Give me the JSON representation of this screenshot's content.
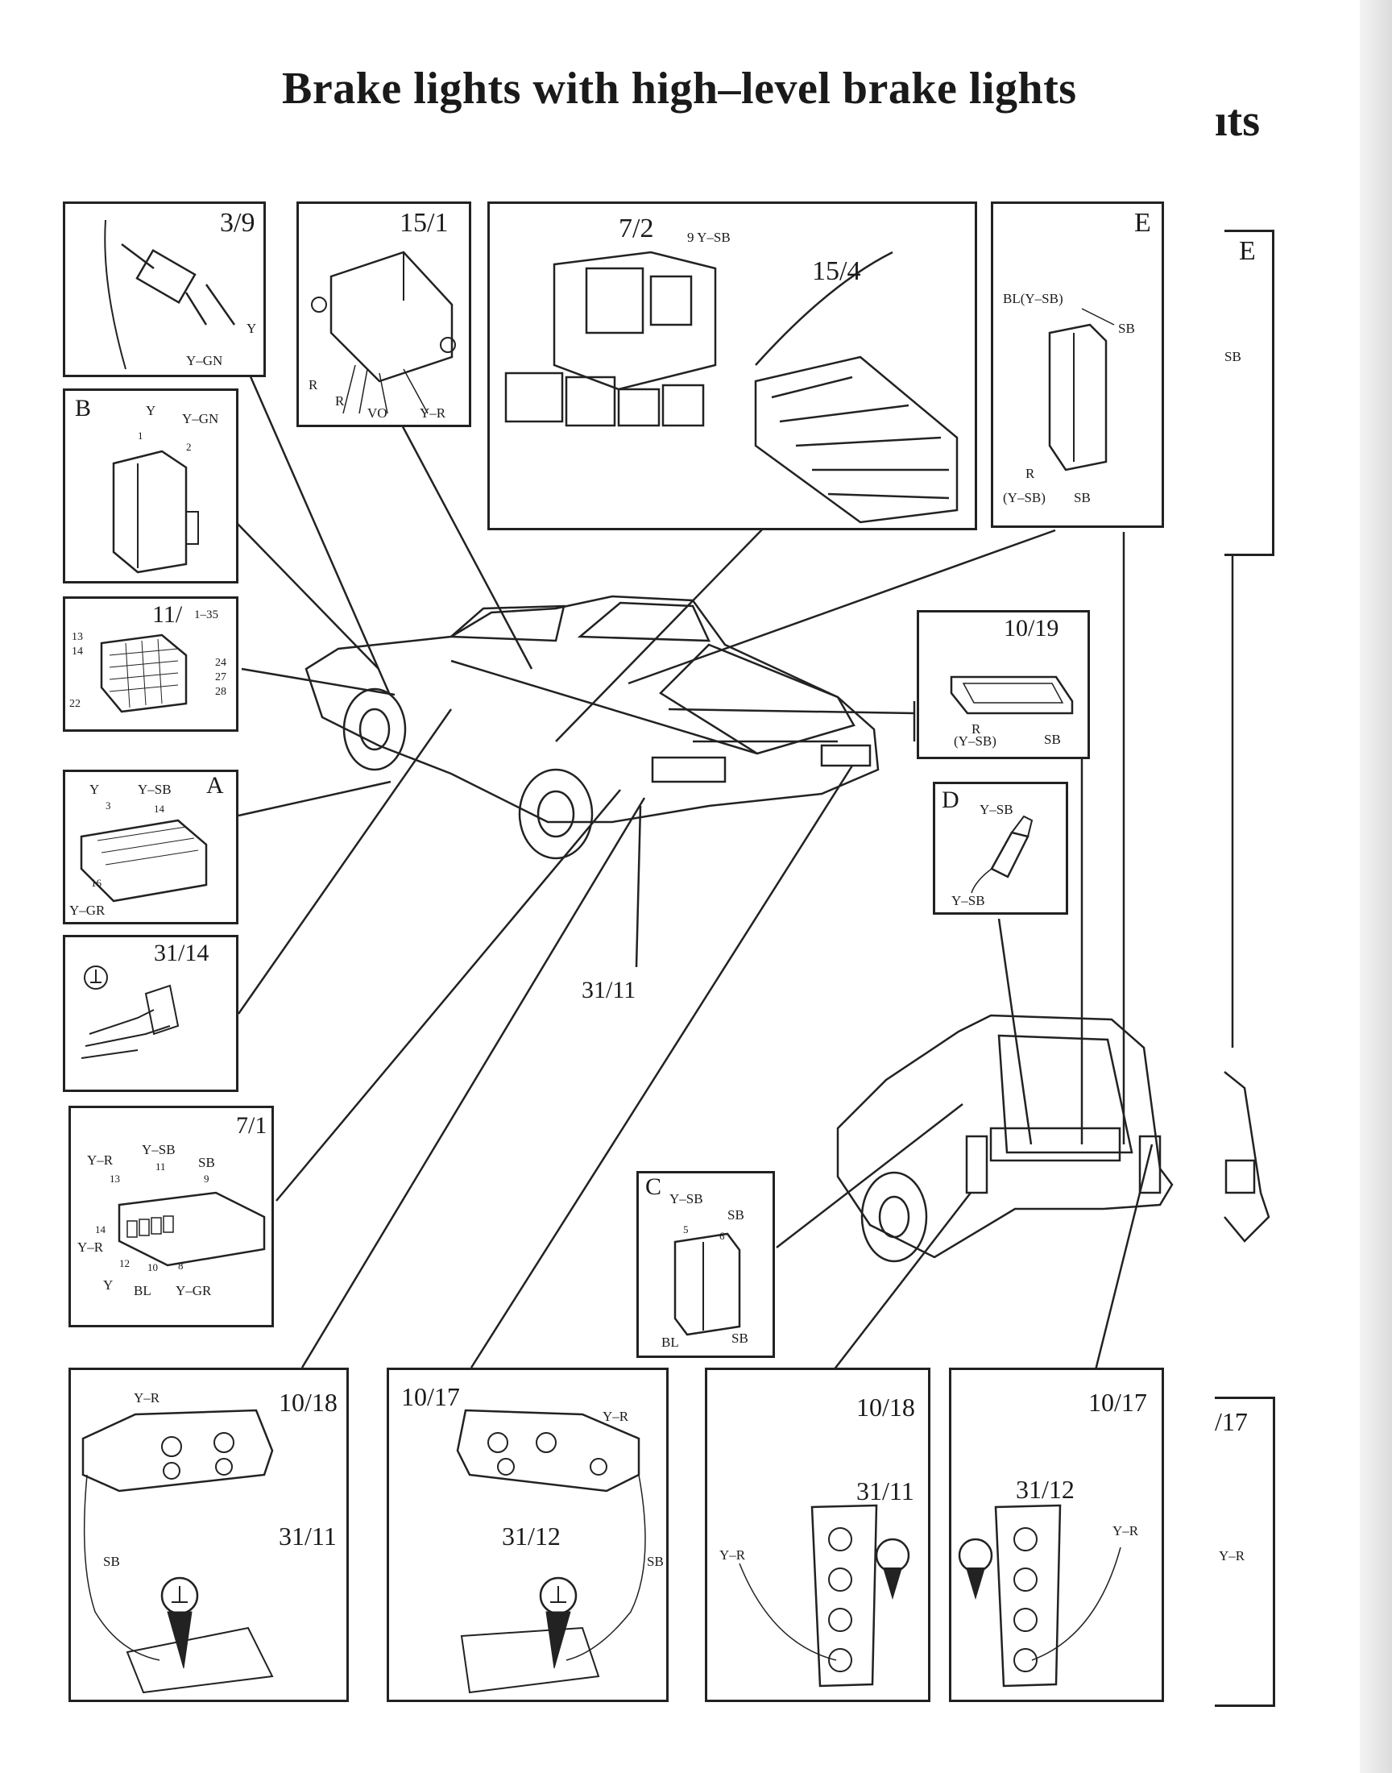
{
  "title": "Brake lights with high–level brake lights",
  "ghost_title": "ıts",
  "panels": {
    "p3_9": {
      "label": "3/9",
      "wires": [
        "Y",
        "Y–GN"
      ]
    },
    "p15_1": {
      "label": "15/1",
      "wires": [
        "R",
        "R",
        "VO",
        "Y–R"
      ]
    },
    "p7_2": {
      "label": "7/2",
      "sub": "9 Y–SB",
      "label2": "15/4"
    },
    "pE": {
      "label": "E",
      "wires": [
        "BL(Y–SB)",
        "SB",
        "R",
        "(Y–SB)",
        "SB"
      ]
    },
    "pB": {
      "label": "B",
      "wires": [
        "Y",
        "Y–GN",
        "1",
        "2"
      ]
    },
    "p11": {
      "label": "11/",
      "range": "1–35",
      "pins": [
        "13",
        "14",
        "24",
        "27",
        "28",
        "22"
      ]
    },
    "p10_19": {
      "label": "10/19",
      "wires": [
        "R",
        "(Y–SB)",
        "SB"
      ]
    },
    "pA": {
      "label": "A",
      "wires": [
        "Y",
        "Y–SB",
        "3",
        "14",
        "16",
        "Y–GR"
      ]
    },
    "pD": {
      "label": "D",
      "wires": [
        "Y–SB",
        "Y–SB"
      ]
    },
    "p31_14": {
      "label": "31/14"
    },
    "callout_31_11": "31/11",
    "p7_1": {
      "label": "7/1",
      "wires": [
        "Y–R",
        "Y–SB",
        "SB",
        "11",
        "9",
        "13",
        "14",
        "Y–R",
        "12",
        "10",
        "8",
        "Y",
        "BL",
        "Y–GR"
      ]
    },
    "pC": {
      "label": "C",
      "wires": [
        "Y–SB",
        "SB",
        "5",
        "6",
        "BL",
        "SB"
      ]
    },
    "b1": {
      "label": "10/18",
      "label2": "31/11",
      "wires": [
        "Y–R",
        "SB"
      ]
    },
    "b2": {
      "label": "10/17",
      "label2": "31/12",
      "wires": [
        "Y–R",
        "SB"
      ]
    },
    "b3": {
      "label": "10/18",
      "label2": "31/11",
      "wires": [
        "Y–R"
      ]
    },
    "b4": {
      "label": "10/17",
      "label2": "31/12",
      "wires": [
        "Y–R"
      ]
    },
    "ghostE": {
      "label": "E",
      "wire": "SB"
    },
    "ghostB": {
      "label": "/17",
      "wire": "Y–R"
    }
  },
  "icons": [
    "ground-icon"
  ]
}
